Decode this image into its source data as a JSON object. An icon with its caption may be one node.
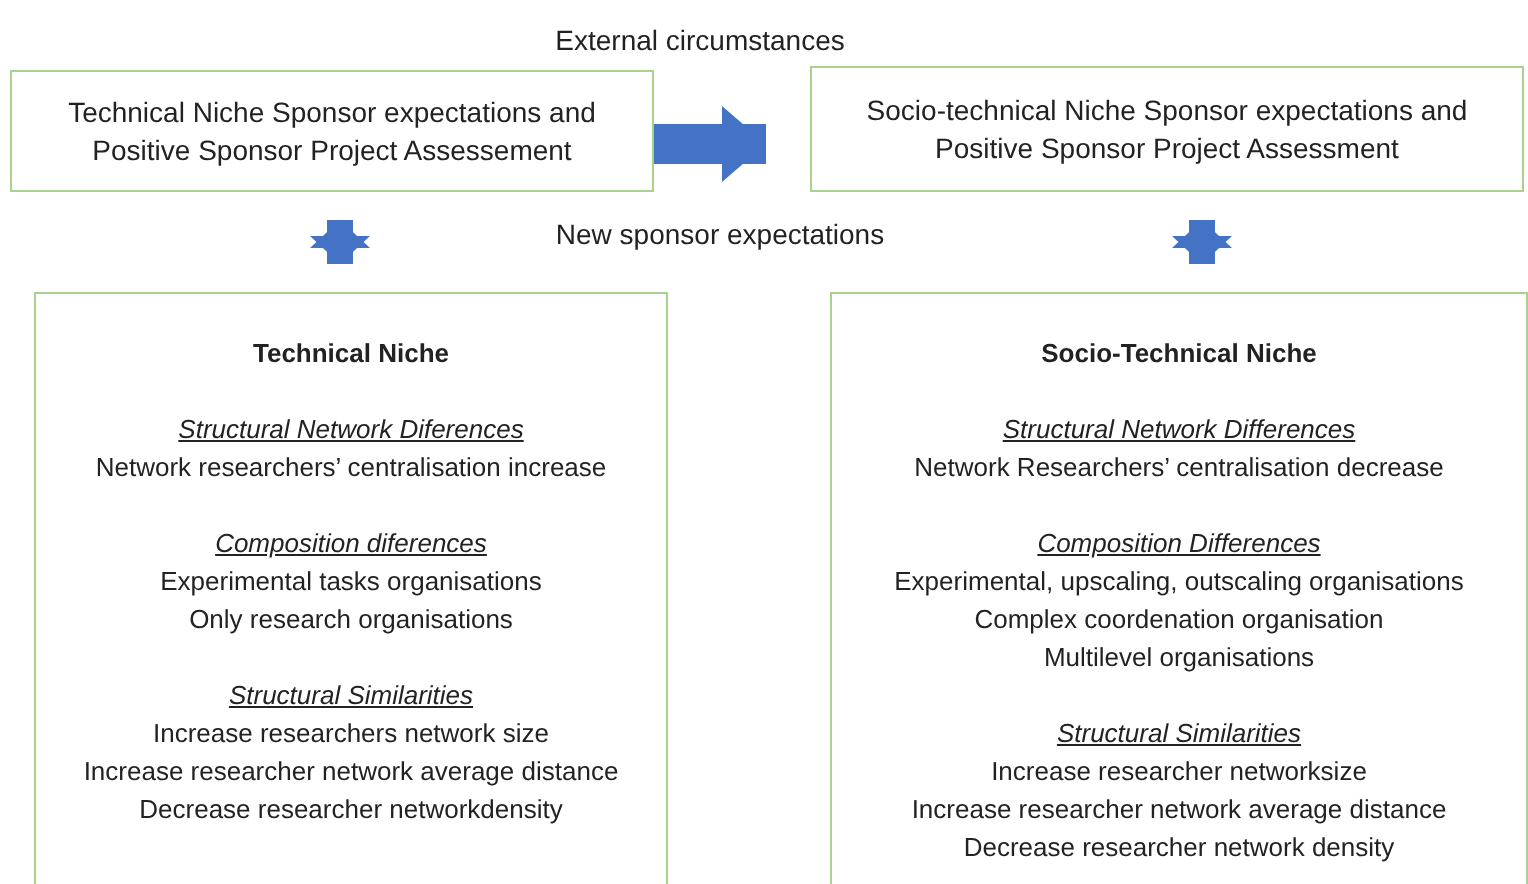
{
  "diagram": {
    "nodes": [
      {
        "text": [
          "Technical Niche Sponsor expectations and Positive Sponsor Project Assessement"
        ]
      },
      {
        "text": [
          "Socio-technical Niche Sponsor expectations and Positive Sponsor Project Assessment"
        ]
      },
      {
        "text": [
          "Technical Niche",
          "Structural Network Diferences",
          "Network researchers’ centralisation increase",
          "Composition diferences",
          "Experimental tasks  organisations",
          "Only research organisations",
          "Structural Similarities",
          "Increase researchers network size",
          "Increase researcher network average distance",
          "Decrease researcher networkdensity"
        ]
      },
      {
        "text": [
          "Socio-Technical Niche",
          "Structural Network Differences",
          "Network Researchers’ centralisation decrease",
          "Composition Differences",
          "Experimental, upscaling, outscaling organisations",
          "Complex coordenation organisation",
          "Multilevel organisations",
          "Structural Similarities",
          "Increase researcher networksize",
          "Increase researcher network average distance",
          "Decrease researcher network density"
        ]
      }
    ],
    "edges": [
      {
        "from": 0,
        "to": 1,
        "arrow": "to",
        "label": "External circumstances"
      },
      {
        "from": 0,
        "to": 2,
        "arrow": "both"
      },
      {
        "from": 1,
        "to": 3,
        "arrow": "both"
      }
    ],
    "labels": [
      "New sponsor expectations"
    ]
  }
}
